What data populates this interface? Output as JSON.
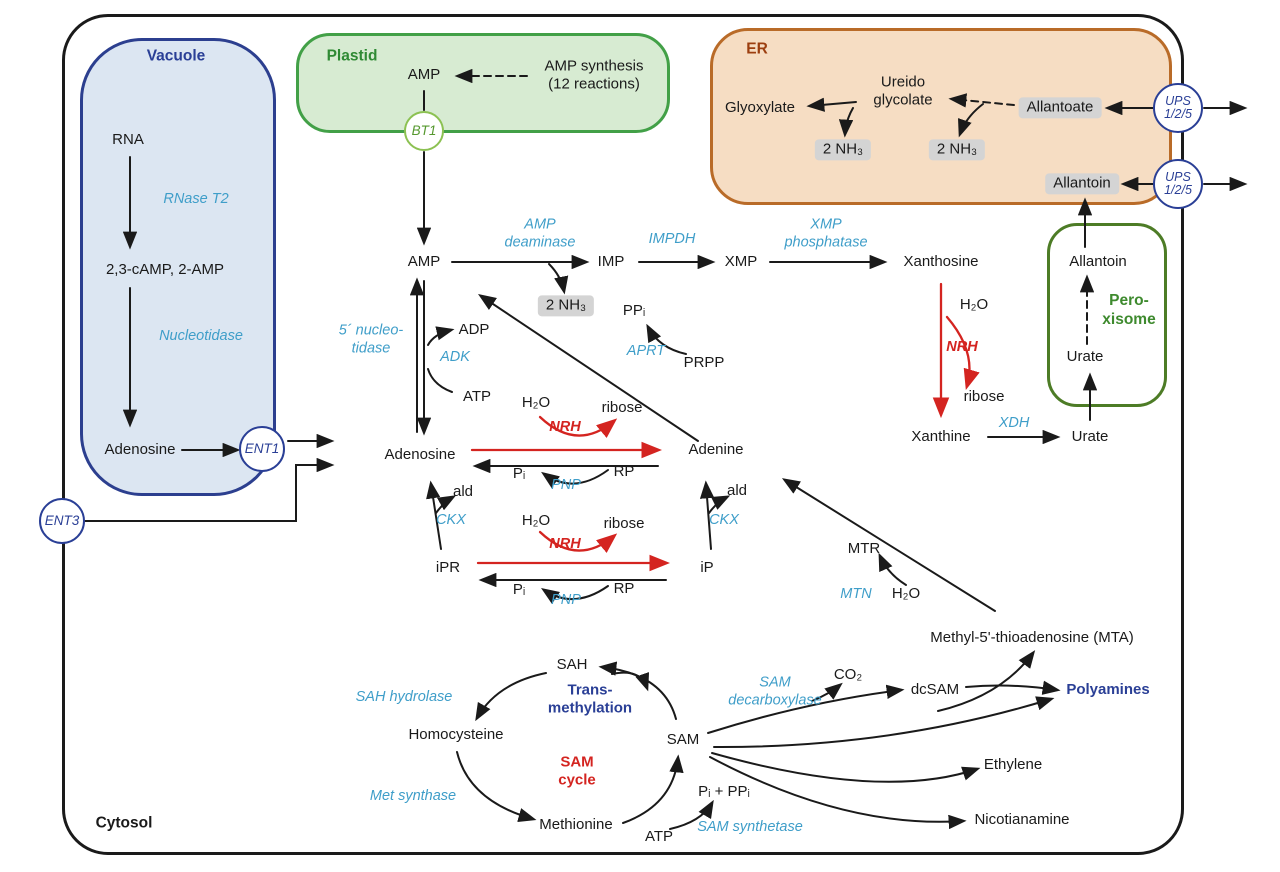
{
  "titles": {
    "cytosol": "Cytosol",
    "vacuole": "Vacuole",
    "plastid": "Plastid",
    "er": "ER",
    "peroxisome": "Pero-\nxisome"
  },
  "transporters": {
    "ent1": "ENT1",
    "ent3": "ENT3",
    "bt1": "BT1",
    "ups_a": "UPS\n1/2/5",
    "ups_b": "UPS\n1/2/5"
  },
  "vacuole": {
    "rna": "RNA",
    "rnase_t2": "RNase T2",
    "camp": "2,3-cAMP, 2-AMP",
    "nucleotidase": "Nucleotidase",
    "adenosine": "Adenosine"
  },
  "plastid": {
    "amp": "AMP",
    "amp_synthesis": "AMP synthesis\n(12 reactions)"
  },
  "er": {
    "glyoxylate": "Glyoxylate",
    "ureido_glycolate": "Ureido\nglycolate",
    "nh3_a": "2 NH₃",
    "nh3_b": "2 NH₃",
    "allantoate": "Allantoate",
    "allantoin": "Allantoin"
  },
  "peroxisome": {
    "allantoin": "Allantoin",
    "urate": "Urate"
  },
  "nodes": {
    "amp": "AMP",
    "nh3": "2 NH₃",
    "imp": "IMP",
    "xmp": "XMP",
    "xanthosine": "Xanthosine",
    "adp": "ADP",
    "atp": "ATP",
    "ppi": "PPᵢ",
    "prpp": "PRPP",
    "adenosine": "Adenosine",
    "adenine": "Adenine",
    "h2o_row1": "H₂O",
    "ribose_row1": "ribose",
    "pi_row1": "Pᵢ",
    "rp_row1": "RP",
    "ald_left": "ald",
    "ald_right": "ald",
    "ipr": "iPR",
    "ip": "iP",
    "h2o_row2": "H₂O",
    "ribose_row2": "ribose",
    "pi_row2": "Pᵢ",
    "rp_row2": "RP",
    "h2o_xan": "H₂O",
    "ribose_xan": "ribose",
    "xanthine": "Xanthine",
    "urate": "Urate",
    "mtr": "MTR",
    "h2o_mtn": "H₂O",
    "mta": "Methyl-5'-thioadenosine (MTA)",
    "sah": "SAH",
    "homocysteine": "Homocysteine",
    "methionine": "Methionine",
    "sam": "SAM",
    "atp_cycle": "ATP",
    "pi_ppi": "Pᵢ + PPᵢ",
    "co2": "CO₂",
    "dcsam": "dcSAM",
    "polyamines": "Polyamines",
    "ethylene": "Ethylene",
    "nicotianamine": "Nicotianamine"
  },
  "enzymes": {
    "amp_deaminase": "AMP\ndeaminase",
    "impdh": "IMPDH",
    "xmp_phosphatase": "XMP\nphosphatase",
    "nucleotidase_5": "5´ nucleo-\ntidase",
    "adk": "ADK",
    "aprt": "APRT",
    "nrh_row1": "NRH",
    "pnp_row1": "PNP",
    "nrh_row2": "NRH",
    "pnp_row2": "PNP",
    "nrh_xan": "NRH",
    "ckx_left": "CKX",
    "ckx_right": "CKX",
    "xdh": "XDH",
    "mtn": "MTN",
    "sah_hydrolase": "SAH hydrolase",
    "met_synthase": "Met synthase",
    "sam_synthetase": "SAM synthetase",
    "sam_decarboxylase": "SAM\ndecarboxylase"
  },
  "cycle": {
    "transmethylation": "Trans-\nmethylation",
    "sam_cycle": "SAM\ncycle"
  }
}
